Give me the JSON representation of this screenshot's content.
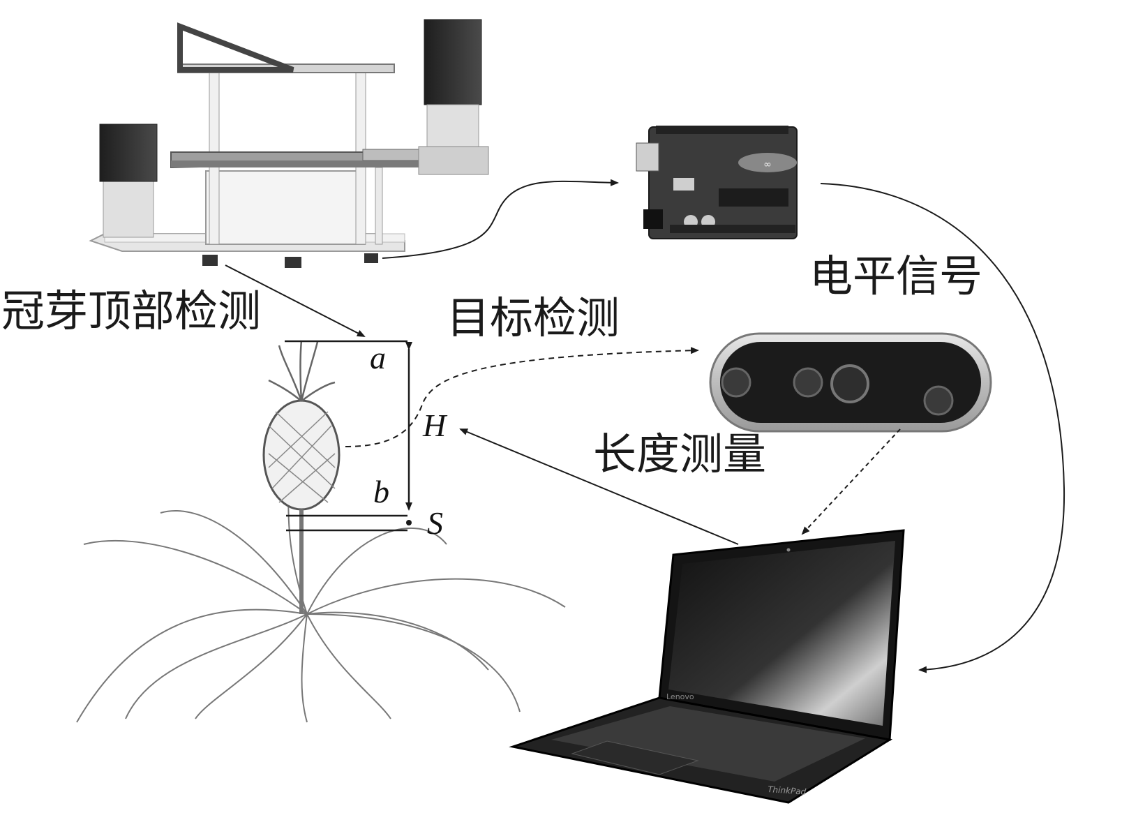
{
  "labels": {
    "crown_top_detection": "冠芽顶部检测",
    "target_detection": "目标检测",
    "level_signal": "电平信号",
    "length_measurement": "长度测量"
  },
  "variables": {
    "a": "a",
    "b": "b",
    "H": "H",
    "S": "S"
  },
  "devices": {
    "laptop_brand": "ThinkPad",
    "laptop_maker": "Lenovo"
  },
  "colors": {
    "ink": "#1a1a1a",
    "device_dark": "#2b2b2b",
    "metal": "#d8d8d8"
  }
}
